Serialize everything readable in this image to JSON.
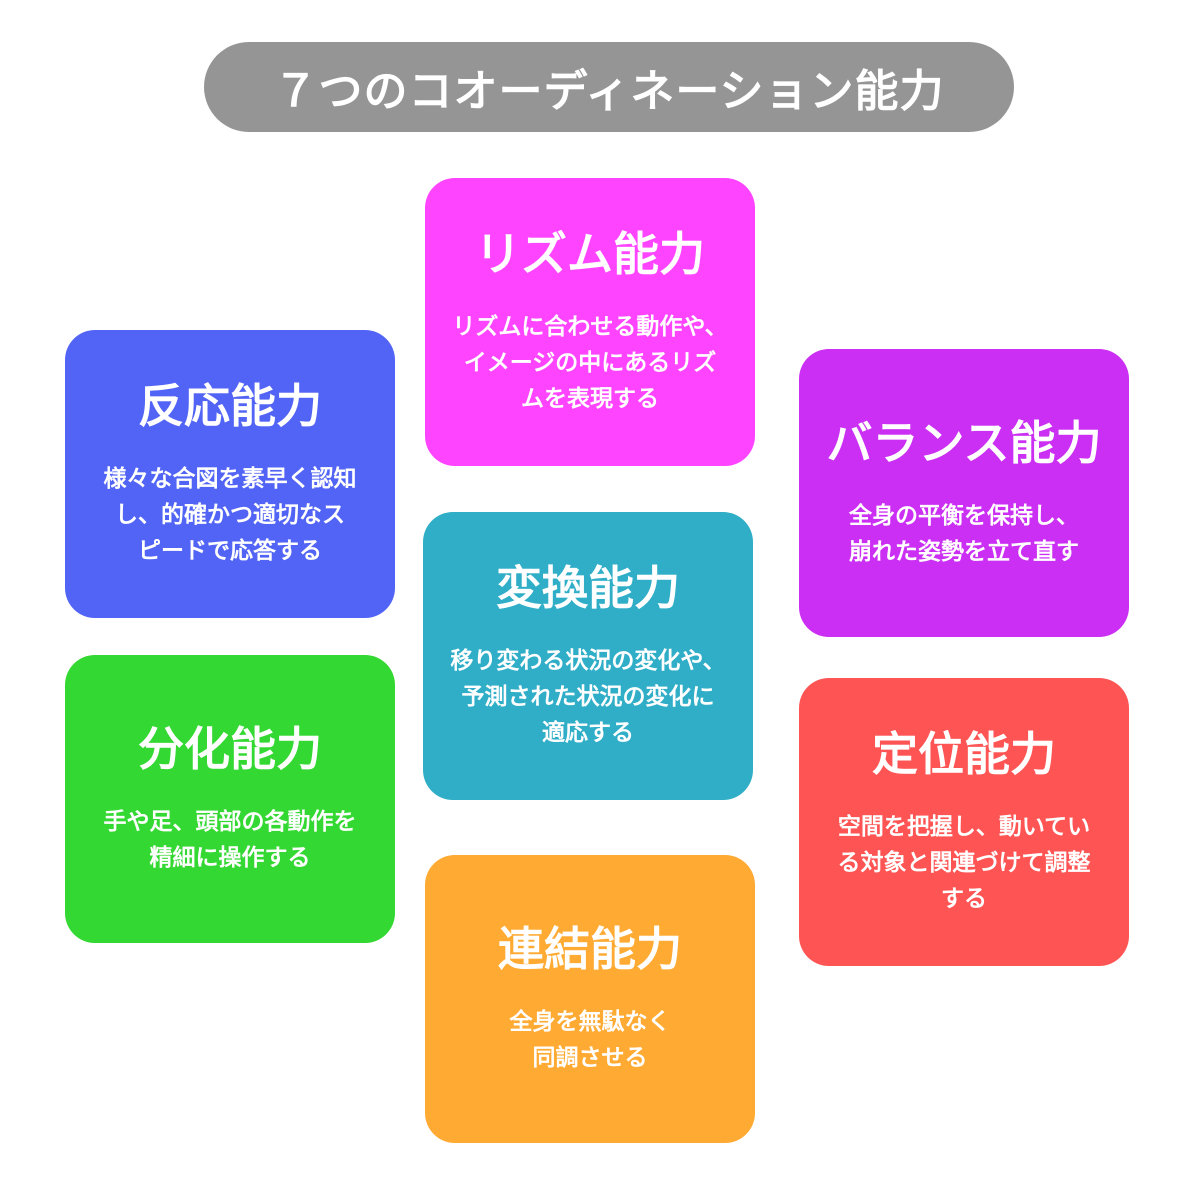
{
  "title": "７つのコオーディネーション能力",
  "cards": [
    {
      "id": "card-rhythm",
      "name": "card-rhythm",
      "title": "リズム能力",
      "description": "リズムに合わせる動作や、\nイメージの中にあるリズ\nムを表現する",
      "color": "#FF44FF"
    },
    {
      "id": "card-reaction",
      "name": "card-reaction",
      "title": "反応能力",
      "description": "様々な合図を素早く認知\nし、的確かつ適切なス\nピードで応答する",
      "color": "#5264F5"
    },
    {
      "id": "card-balance",
      "name": "card-balance",
      "title": "バランス能力",
      "description": "全身の平衡を保持し、\n崩れた姿勢を立て直す",
      "color": "#CB2FF3"
    },
    {
      "id": "card-conversion",
      "name": "card-conversion",
      "title": "変換能力",
      "description": "移り変わる状況の変化や、\n予測された状況の変化に\n適応する",
      "color": "#30AEC8"
    },
    {
      "id": "card-differentiation",
      "name": "card-differentiation",
      "title": "分化能力",
      "description": "手や足、頭部の各動作を\n精細に操作する",
      "color": "#34D832"
    },
    {
      "id": "card-orientation",
      "name": "card-orientation",
      "title": "定位能力",
      "description": "空間を把握し、動いてい\nる対象と関連づけて調整\nする",
      "color": "#FF5454"
    },
    {
      "id": "card-coupling",
      "name": "card-coupling",
      "title": "連結能力",
      "description": "全身を無駄なく\n同調させる",
      "color": "#FFAA32"
    }
  ]
}
